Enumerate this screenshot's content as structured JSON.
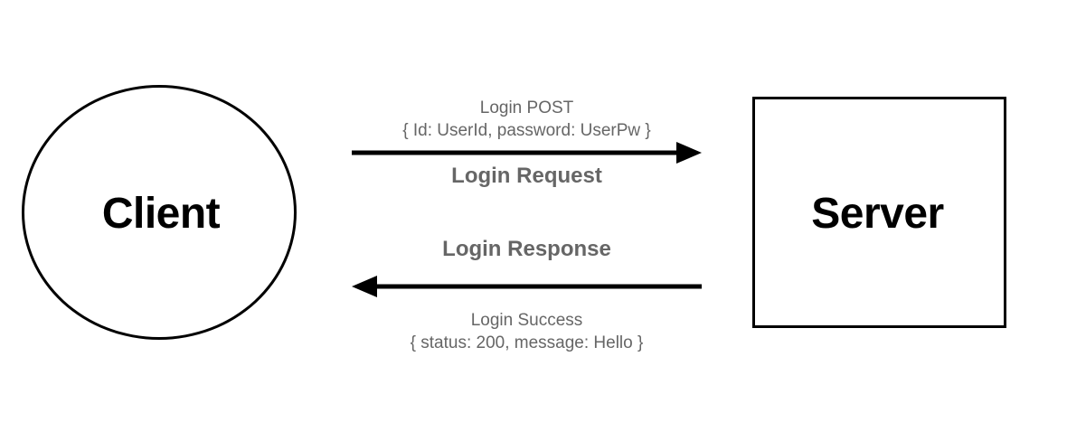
{
  "nodes": {
    "client": "Client",
    "server": "Server"
  },
  "request": {
    "method_line": "Login POST",
    "payload_line": "{ Id: UserId, password: UserPw }",
    "title": "Login Request"
  },
  "response": {
    "title": "Login Response",
    "status_line": "Login Success",
    "payload_line": "{ status: 200, message: Hello }"
  },
  "colors": {
    "stroke": "#000000",
    "label_text": "#666666",
    "background": "#ffffff"
  }
}
